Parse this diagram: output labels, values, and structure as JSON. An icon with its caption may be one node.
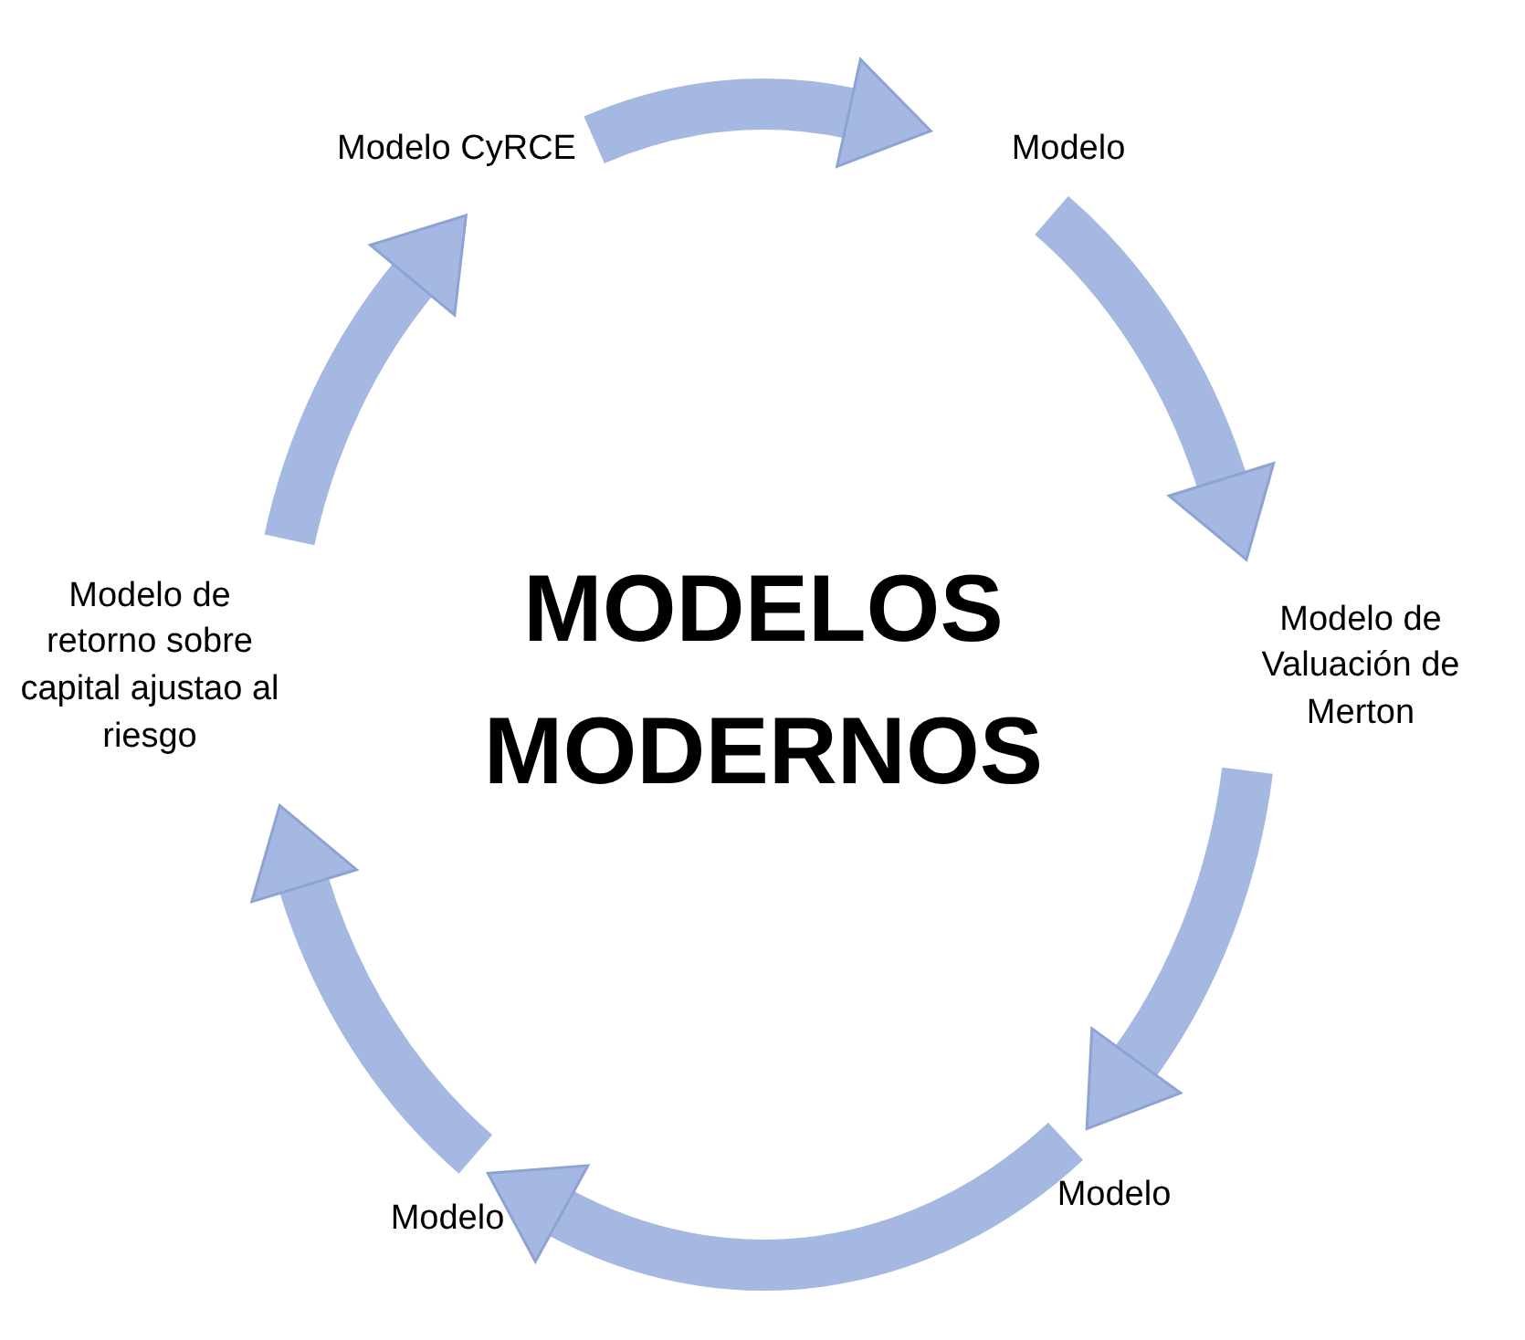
{
  "diagram": {
    "title": "MODELOS MODERNOS",
    "nodes": [
      {
        "text": [
          "Modelo CyRCE"
        ]
      },
      {
        "text": [
          "Modelo"
        ]
      },
      {
        "text": [
          "Modelo de Valuación de Merton"
        ]
      },
      {
        "text": [
          "Modelo"
        ]
      },
      {
        "text": [
          "Modelo"
        ]
      },
      {
        "text": [
          "Modelo de retorno sobre capital ajustao al riesgo"
        ]
      }
    ],
    "edges": [
      {
        "from": 0,
        "to": 1,
        "arrow": "to"
      },
      {
        "from": 1,
        "to": 2,
        "arrow": "to"
      },
      {
        "from": 2,
        "to": 3,
        "arrow": "to"
      },
      {
        "from": 3,
        "to": 4,
        "arrow": "to"
      },
      {
        "from": 4,
        "to": 5,
        "arrow": "to"
      },
      {
        "from": 5,
        "to": 0,
        "arrow": "to"
      }
    ]
  }
}
